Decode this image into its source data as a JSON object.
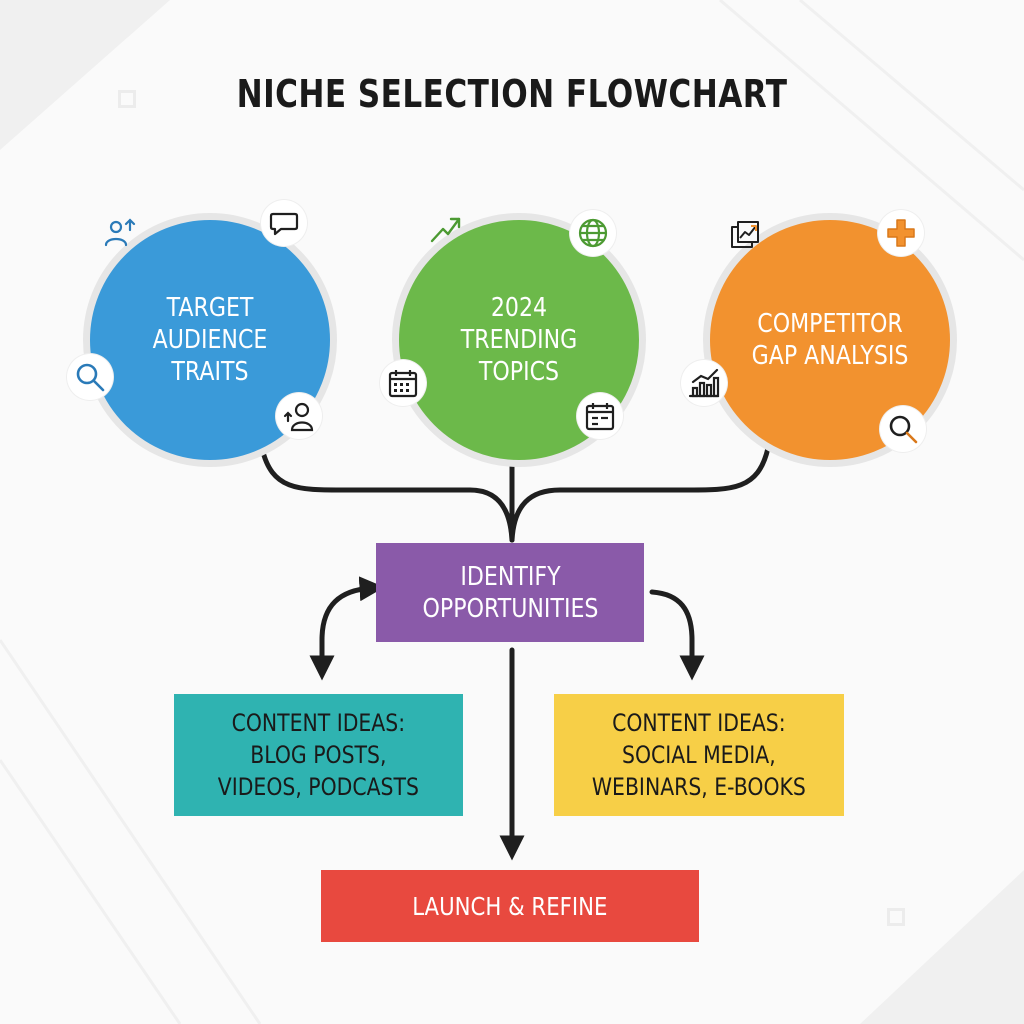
{
  "title": "NICHE SELECTION FLOWCHART",
  "colors": {
    "blue": "#3a9ad9",
    "green": "#6cb94a",
    "orange": "#f2922f",
    "purple": "#8a5aa9",
    "teal": "#2fb3b1",
    "yellow": "#f7cf47",
    "red": "#e8493f",
    "connector": "#1f1f1f"
  },
  "circles": [
    {
      "lines": [
        "TARGET",
        "AUDIENCE",
        "TRAITS"
      ],
      "icons": [
        "users-icon",
        "chat-bubble-icon",
        "magnifier-icon",
        "person-icon"
      ]
    },
    {
      "lines": [
        "2024",
        "TRENDING",
        "TOPICS"
      ],
      "icons": [
        "trend-arrow-icon",
        "globe-icon",
        "calendar-icon",
        "calendar-icon"
      ]
    },
    {
      "lines": [
        "COMPETITOR",
        "GAP ANALYSIS"
      ],
      "icons": [
        "growth-chart-icon",
        "puzzle-icon",
        "bar-chart-icon",
        "magnifier-icon"
      ]
    }
  ],
  "hub": {
    "lines": [
      "IDENTIFY",
      "OPPORTUNITIES"
    ]
  },
  "content_left": {
    "lines": [
      "CONTENT IDEAS:",
      "BLOG POSTS,",
      "VIDEOS, PODCASTS"
    ]
  },
  "content_right": {
    "lines": [
      "CONTENT IDEAS:",
      "SOCIAL MEDIA,",
      "WEBINARS, E-BOOKS"
    ]
  },
  "launch": {
    "label": "LAUNCH & REFINE"
  }
}
